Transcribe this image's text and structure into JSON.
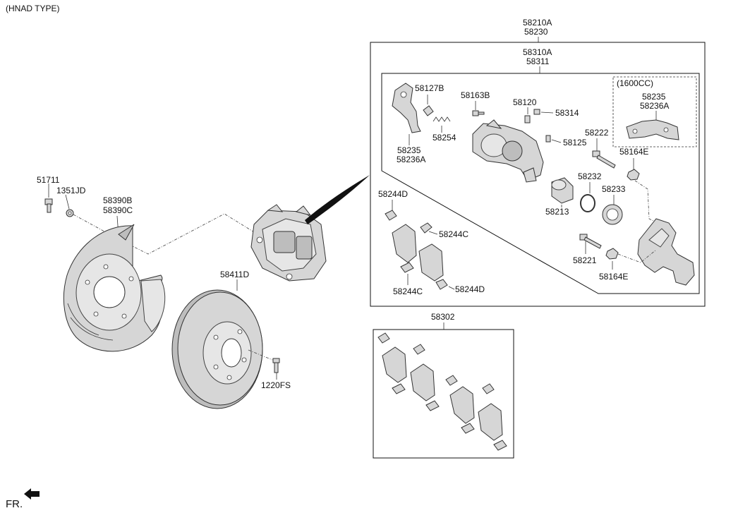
{
  "header": {
    "title": "(HNAD TYPE)"
  },
  "footer": {
    "direction_label": "FR."
  },
  "labels": {
    "p51711": "51711",
    "p1351jd": "1351JD",
    "p58390b": "58390B",
    "p58390c": "58390C",
    "p58411d": "58411D",
    "p1220fs": "1220FS",
    "p58210a": "58210A",
    "p58230": "58230",
    "p58310a": "58310A",
    "p58311": "58311",
    "p58127b": "58127B",
    "p58254": "58254",
    "p58235_l": "58235",
    "p58236a_l": "58236A",
    "p58163b": "58163B",
    "p58120": "58120",
    "p58314": "58314",
    "p58125": "58125",
    "p58222": "58222",
    "p58164e_top": "58164E",
    "p1600cc": "(1600CC)",
    "p58235_r": "58235",
    "p58236a_r": "58236A",
    "p58232": "58232",
    "p58233": "58233",
    "p58213": "58213",
    "p58244d_top": "58244D",
    "p58244c_right": "58244C",
    "p58244c_bottom": "58244C",
    "p58244d_bottom": "58244D",
    "p58221": "58221",
    "p58164e_bottom": "58164E",
    "p58302": "58302"
  },
  "icons": {
    "fr_arrow": "arrow-left-icon"
  }
}
